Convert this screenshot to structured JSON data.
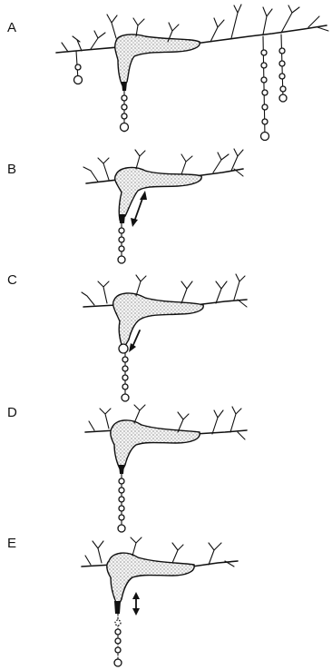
{
  "panels": [
    {
      "label": "A"
    },
    {
      "label": "B"
    },
    {
      "label": "C"
    },
    {
      "label": "D"
    },
    {
      "label": "E"
    }
  ],
  "colors": {
    "ink": "#111111",
    "background": "#ffffff"
  }
}
